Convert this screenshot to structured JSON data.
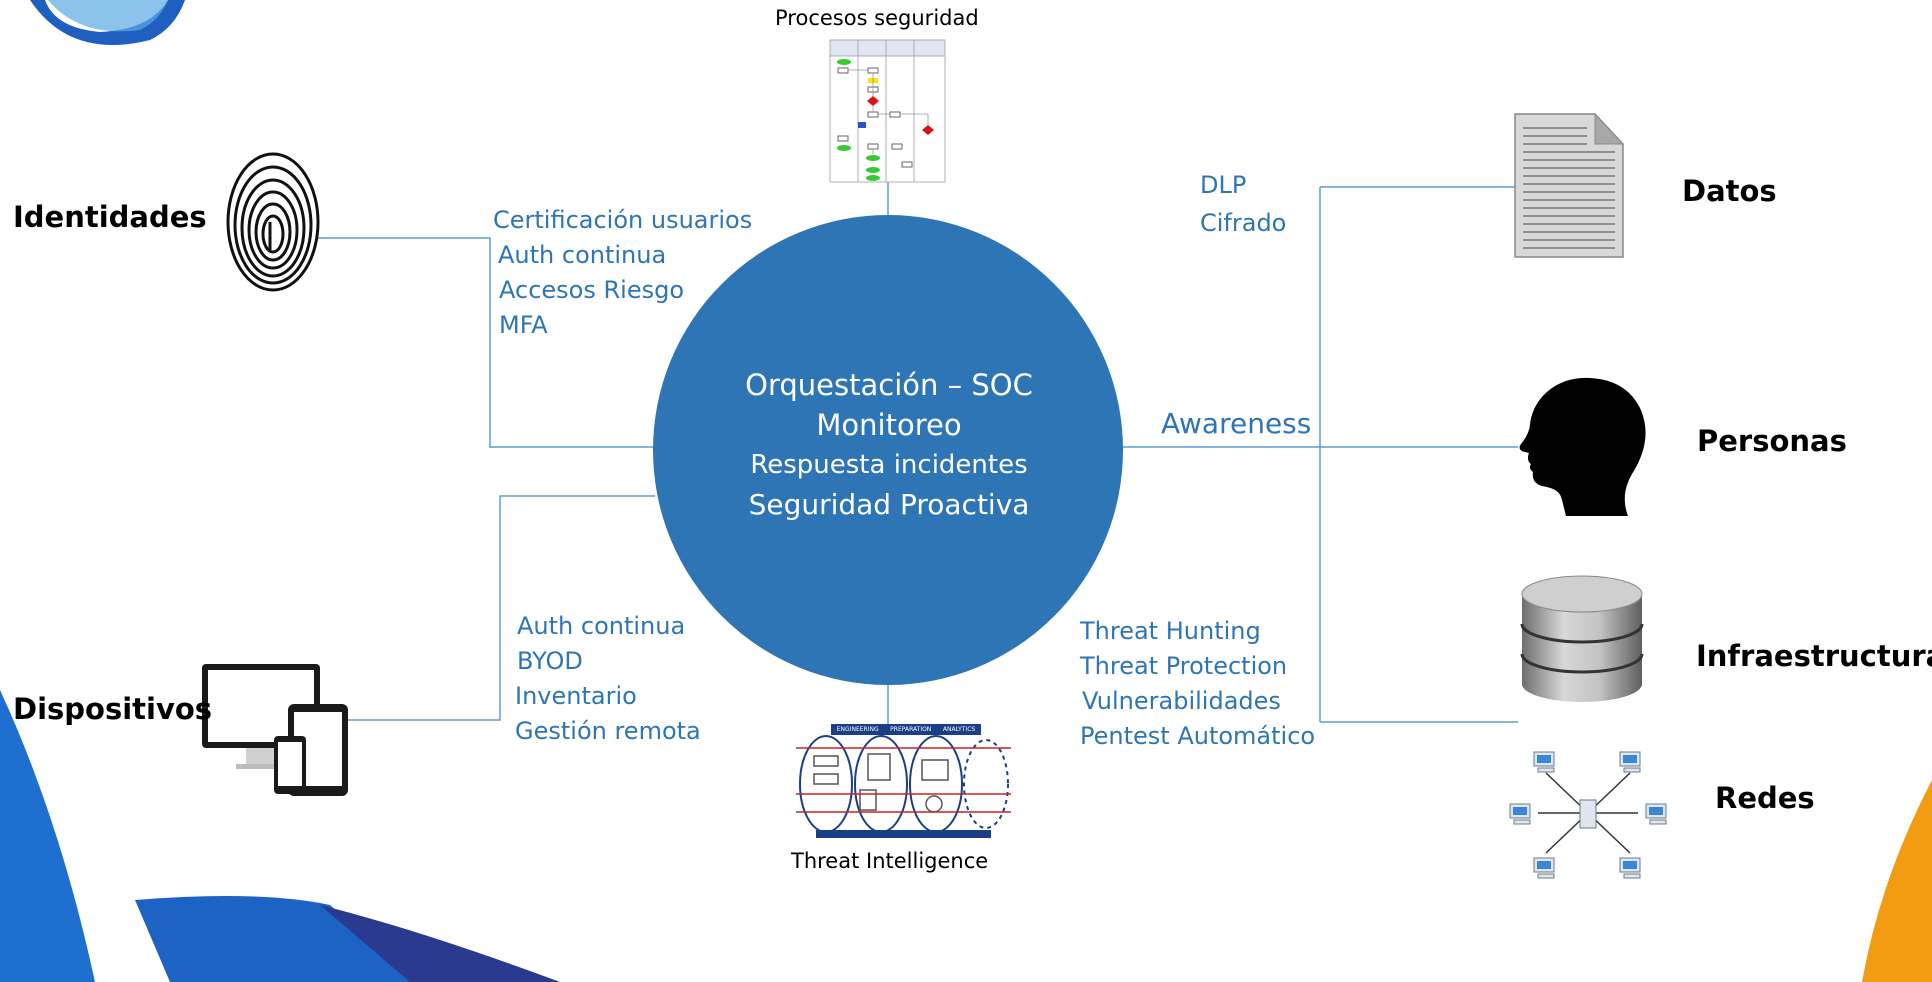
{
  "center": {
    "line1": "Orquestación – SOC",
    "line2": "Monitoreo",
    "line3": "Respuesta incidentes",
    "line4": "Seguridad Proactiva"
  },
  "categories": {
    "identidades": "Identidades",
    "dispositivos": "Dispositivos",
    "datos": "Datos",
    "personas": "Personas",
    "infraestructura": "Infraestructura",
    "redes": "Redes"
  },
  "captions": {
    "processes": "Procesos seguridad",
    "threat_intel": "Threat Intelligence"
  },
  "identity_items": [
    "Certificación usuarios",
    "Auth continua",
    "Accesos Riesgo",
    "MFA"
  ],
  "device_items": [
    "Auth continua",
    "BYOD",
    "Inventario",
    "Gestión remota"
  ],
  "data_items": [
    "DLP",
    "Cifrado"
  ],
  "people_items": [
    "Awareness"
  ],
  "infra_items": [
    "Threat Hunting",
    "Threat Protection",
    "Vulnerabilidades",
    "Pentest Automático"
  ],
  "threat_intel_banner": [
    "ENGINEERING",
    "PREPARATION",
    "ANALYTICS"
  ],
  "colors": {
    "circle": "#2e75b6",
    "connector": "#5b9bd5",
    "label_text": "#2e75b6",
    "brand_blue": "#1f5fbf",
    "brand_orange": "#f39c12"
  }
}
